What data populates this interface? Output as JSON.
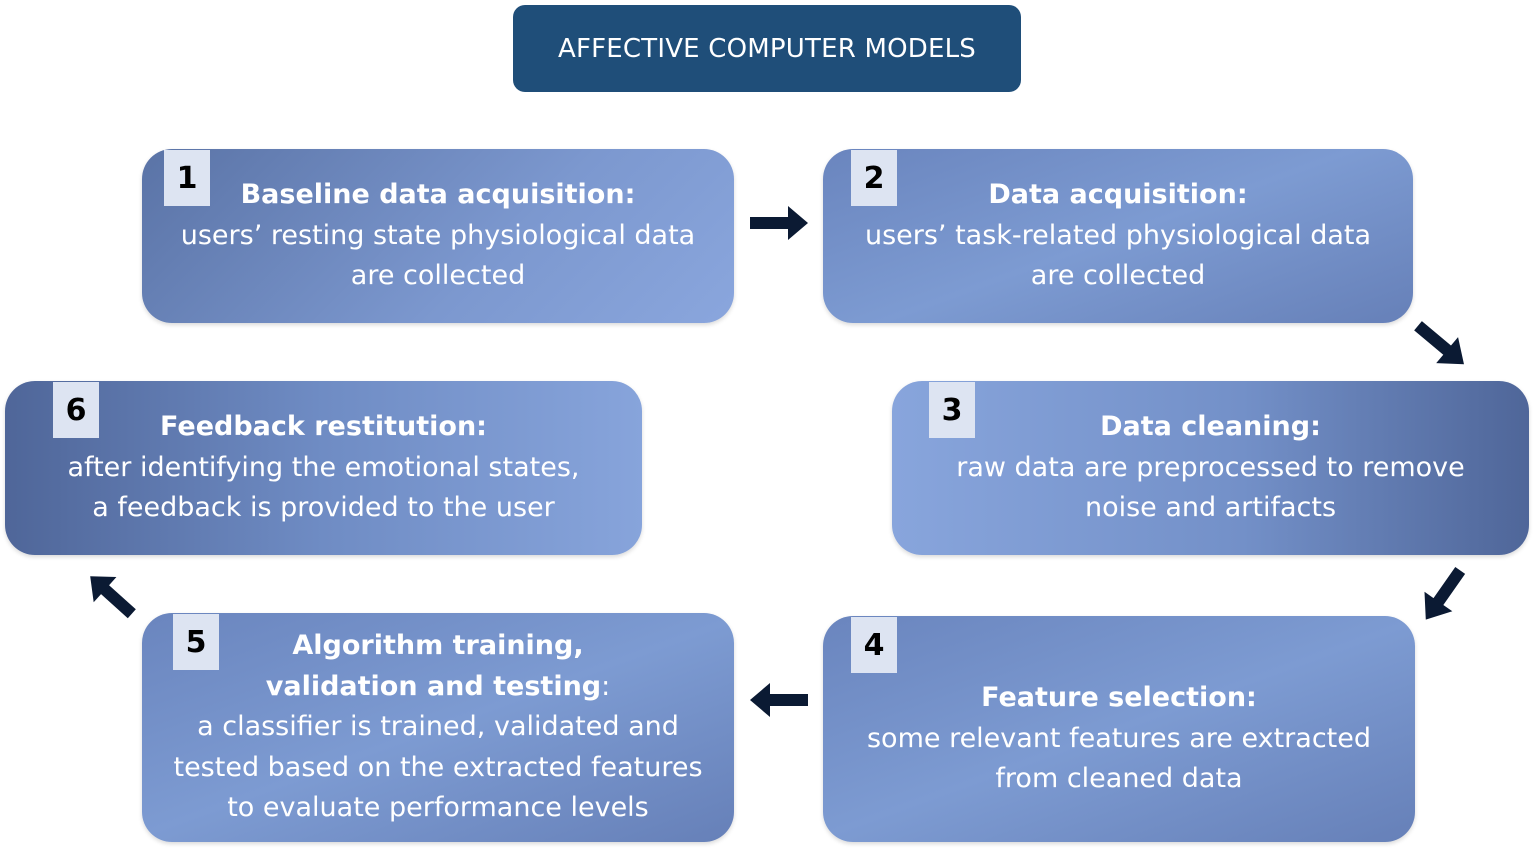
{
  "title": "AFFECTIVE COMPUTER MODELS",
  "steps": [
    {
      "number": "1",
      "heading": "Baseline data acquisition:",
      "lines": [
        "users’ resting state physiological data",
        "are collected"
      ]
    },
    {
      "number": "2",
      "heading": "Data acquisition:",
      "lines": [
        "users’ task-related physiological data",
        "are collected"
      ]
    },
    {
      "number": "3",
      "heading": "Data cleaning:",
      "lines": [
        "raw data are preprocessed to remove",
        "noise and artifacts"
      ]
    },
    {
      "number": "4",
      "heading": "Feature selection:",
      "lines": [
        "some relevant features are extracted",
        "from cleaned data"
      ]
    },
    {
      "number": "5",
      "heading_lines": [
        "Algorithm training,",
        "validation and testing"
      ],
      "heading_suffix": ":",
      "lines": [
        "a classifier is trained, validated and",
        "tested based on the extracted features",
        "to evaluate performance levels"
      ]
    },
    {
      "number": "6",
      "heading": "Feedback restitution:",
      "lines": [
        "after identifying the emotional states,",
        "a feedback is provided to the user"
      ]
    }
  ],
  "colors": {
    "title_bg": "#1f4e79",
    "box_dark": "#4f6699",
    "box_light": "#8aa6dd",
    "badge_bg": "#dde4f2",
    "arrow": "#0b1a33"
  }
}
